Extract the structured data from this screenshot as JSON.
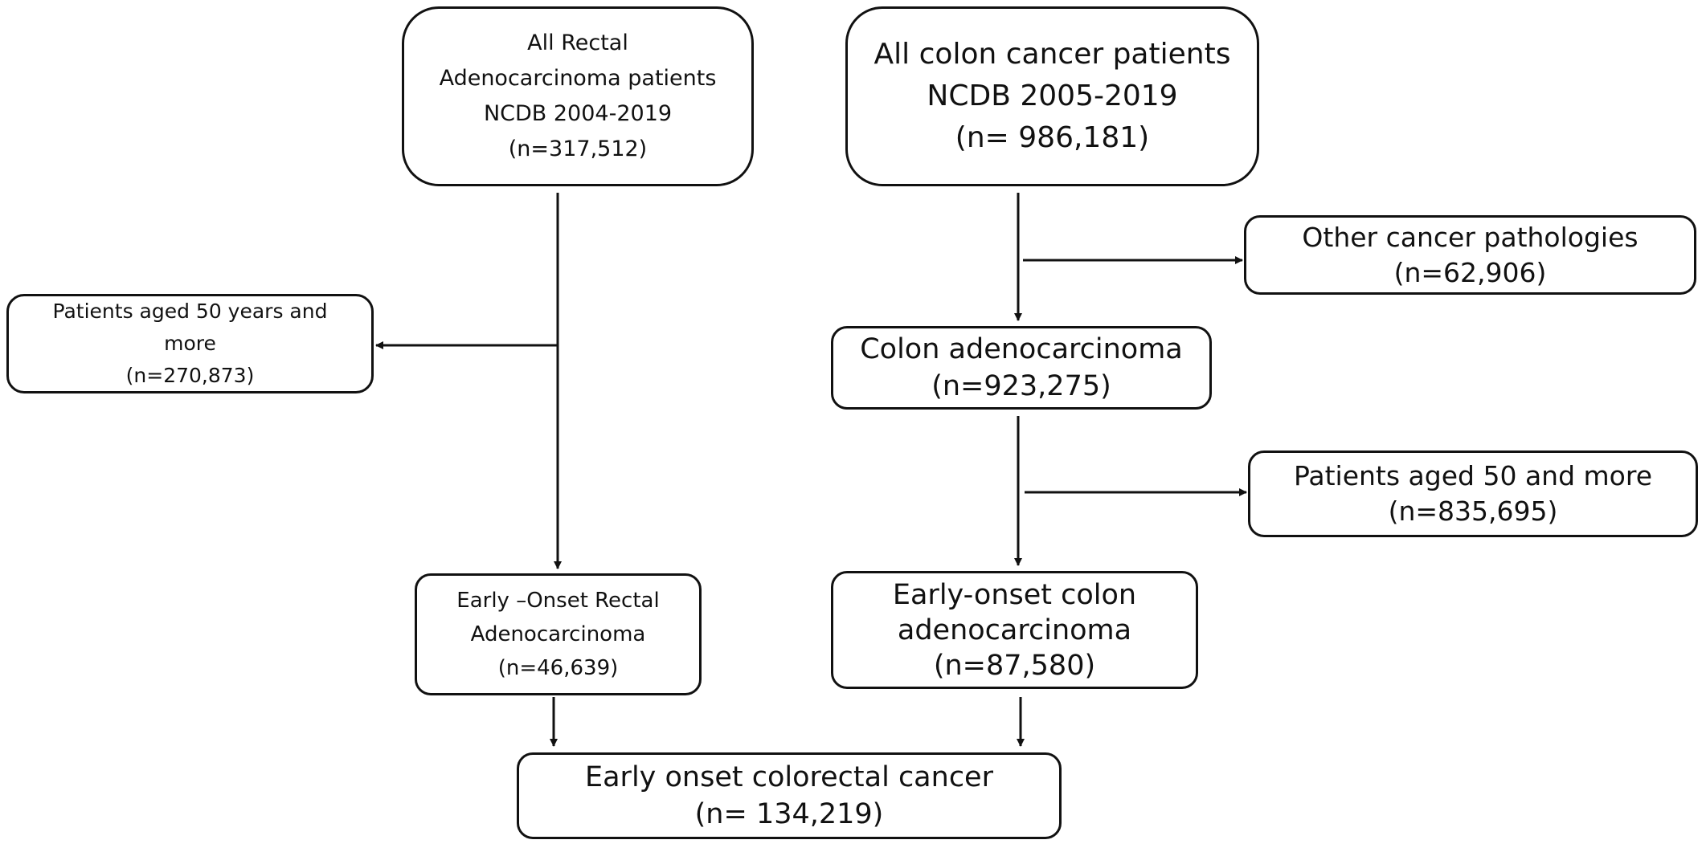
{
  "flowchart": {
    "rectal_all": {
      "lines": [
        "All Rectal",
        "Adenocarcinoma patients",
        "NCDB 2004-2019",
        "(n=317,512)"
      ]
    },
    "colon_all": {
      "lines": [
        "All colon cancer patients",
        "NCDB 2005-2019",
        "(n= 986,181)"
      ]
    },
    "rectal_excluded": {
      "lines": [
        "Patients aged 50 years and",
        "more",
        "(n=270,873)"
      ]
    },
    "colon_other_pathologies": {
      "lines": [
        "Other cancer pathologies",
        "(n=62,906)"
      ]
    },
    "colon_adenocarcinoma": {
      "lines": [
        "Colon adenocarcinoma",
        "(n=923,275)"
      ]
    },
    "colon_excluded": {
      "lines": [
        "Patients aged 50 and more",
        "(n=835,695)"
      ]
    },
    "rectal_early_onset": {
      "lines": [
        "Early –Onset Rectal",
        "Adenocarcinoma",
        "(n=46,639)"
      ]
    },
    "colon_early_onset": {
      "lines": [
        "Early-onset colon",
        "adenocarcinoma",
        "(n=87,580)"
      ]
    },
    "combined": {
      "lines": [
        "Early onset colorectal cancer",
        "(n= 134,219)"
      ]
    }
  },
  "colors": {
    "line": "#111111",
    "box_border": "#111111",
    "background": "#ffffff"
  }
}
